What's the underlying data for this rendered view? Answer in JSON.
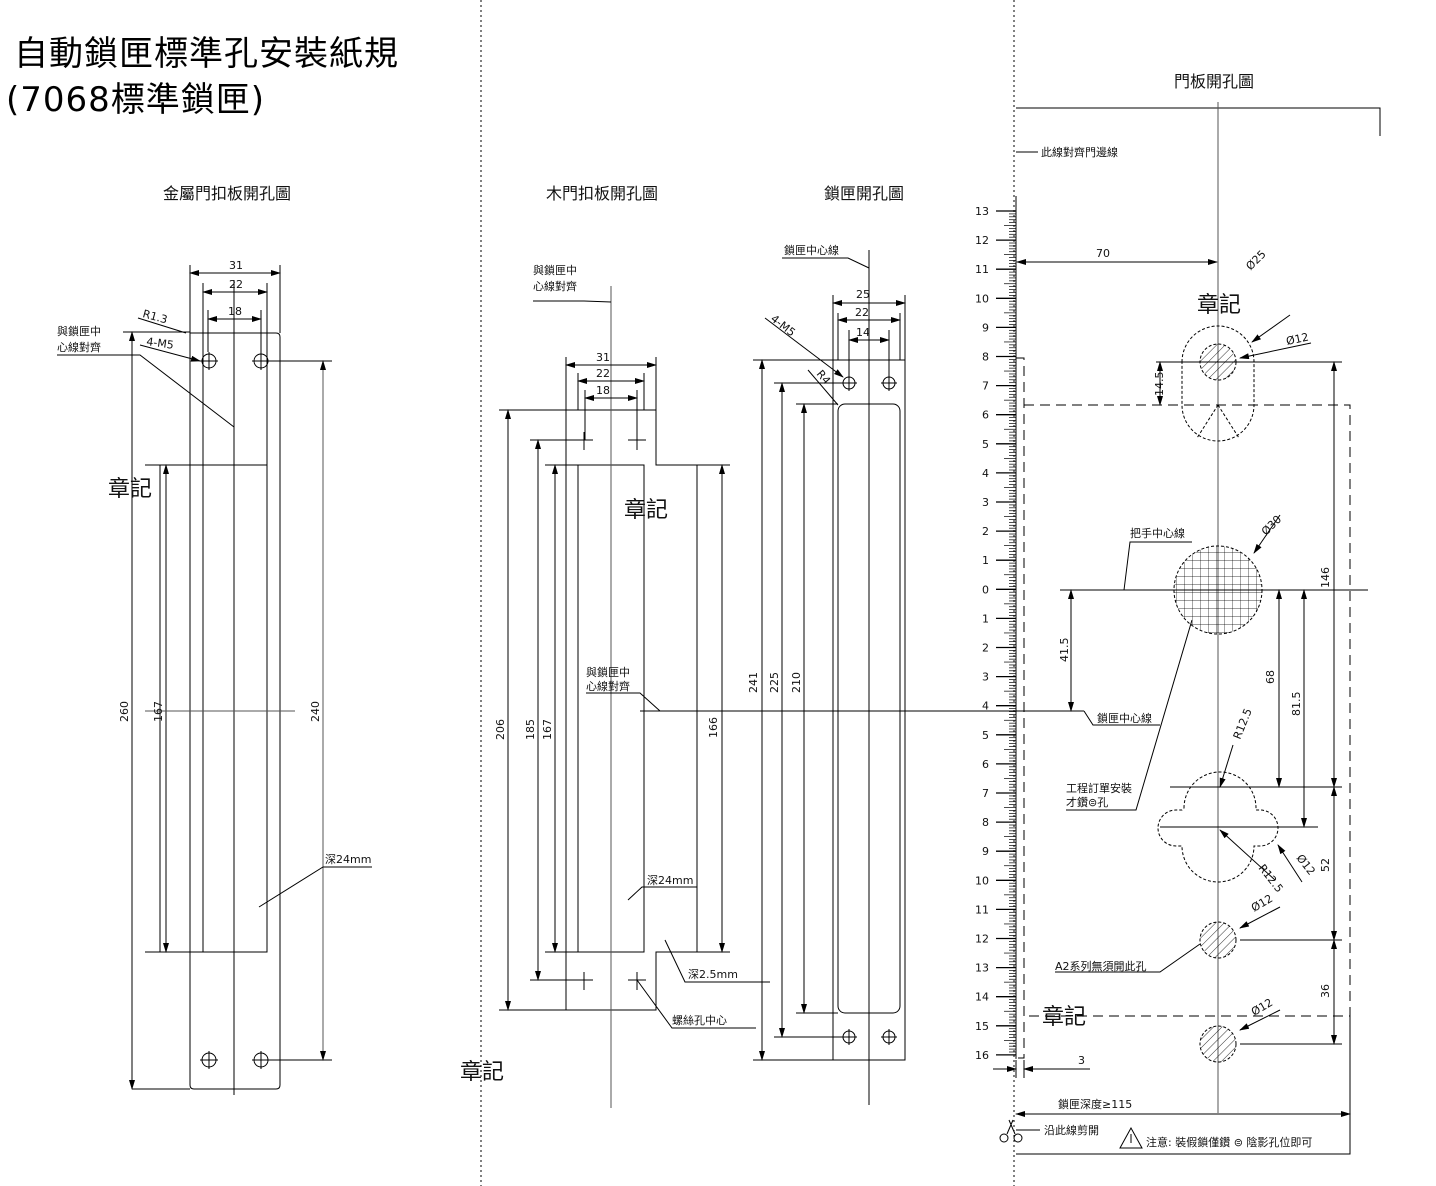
{
  "title": {
    "line1": "自動鎖匣標準孔安裝紙規",
    "line2": "(7068標準鎖匣)"
  },
  "sections": {
    "metal": "金屬門扣板開孔圖",
    "wood": "木門扣板開孔圖",
    "box": "鎖匣開孔圖",
    "door": "門板開孔圖"
  },
  "stamp": "章記",
  "metal_plate": {
    "dims": {
      "w31": "31",
      "w22": "22",
      "w18": "18",
      "h260": "260",
      "h167": "167",
      "h240": "240"
    },
    "notes": {
      "r": "R1.3",
      "screw": "4-M5",
      "align1": "與鎖匣中",
      "align2": "心線對齊",
      "depth": "深24mm"
    }
  },
  "wood_plate": {
    "dims": {
      "w31": "31",
      "w22": "22",
      "w18": "18",
      "h206": "206",
      "h185": "185",
      "h167": "167",
      "h166": "166"
    },
    "notes": {
      "align1": "與鎖匣中",
      "align2": "心線對齊",
      "mid_align1": "與鎖匣中",
      "mid_align2": "心線對齊",
      "depth": "深24mm",
      "depth2": "深2.5mm",
      "screw_center": "螺絲孔中心"
    }
  },
  "lock_box": {
    "dims": {
      "w25": "25",
      "w22": "22",
      "w14": "14",
      "h241": "241",
      "h225": "225",
      "h210": "210"
    },
    "notes": {
      "center": "鎖匣中心線",
      "screw": "4-M5",
      "r": "R4"
    }
  },
  "door_panel": {
    "edge_note": "此線對齊門邊線",
    "dims": {
      "d70": "70",
      "d14_5": "14.5",
      "d41_5": "41.5",
      "d68": "68",
      "d81_5": "81.5",
      "d146": "146",
      "d52": "52",
      "d36": "36",
      "d3": "3",
      "depth": "鎖匣深度≥115"
    },
    "holes": {
      "h25": "Ø25",
      "h12a": "Ø12",
      "h30": "Ø30",
      "r12_5a": "R12.5",
      "r12_5b": "R12.5",
      "h12b": "Ø12",
      "h12c": "Ø12",
      "h12d": "Ø12"
    },
    "notes": {
      "handle_center": "把手中心線",
      "box_center": "鎖匣中心線",
      "order1": "工程訂單安裝",
      "order2": "才鑽⊜孔",
      "a2": "A2系列無須開此孔",
      "cut": "沿此線剪開",
      "warning": "注意: 裝假鎖僅鑽 ⊜ 陰影孔位即可"
    }
  },
  "ruler": {
    "labels": [
      "13",
      "12",
      "11",
      "10",
      "9",
      "8",
      "7",
      "6",
      "5",
      "4",
      "3",
      "2",
      "1",
      "0",
      "1",
      "2",
      "3",
      "4",
      "5",
      "6",
      "7",
      "8",
      "9",
      "10",
      "11",
      "12",
      "13",
      "14",
      "15",
      "16"
    ]
  }
}
